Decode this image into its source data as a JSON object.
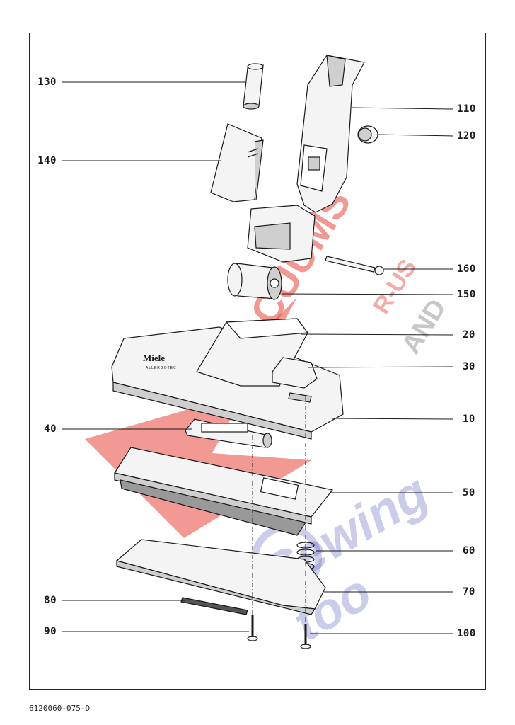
{
  "diagram": {
    "document_number": "6120060-075-D",
    "brand_text": "Miele",
    "brand_subtext": "ALLERGOTEC",
    "part_labels": {
      "p130": "130",
      "p140": "140",
      "p110": "110",
      "p120": "120",
      "p160": "160",
      "p150": "150",
      "p20": "20",
      "p30": "30",
      "p10": "10",
      "p40": "40",
      "p50": "50",
      "p60": "60",
      "p70": "70",
      "p80": "80",
      "p90": "90",
      "p100": "100"
    }
  },
  "watermark": {
    "line1": "VACUUMS",
    "line2": "R-US",
    "line3": "AND",
    "line4": "Sewing too",
    "color_red": "#e8453c",
    "color_blue": "#6b6fc4",
    "color_gray": "#9a9a9a"
  },
  "colors": {
    "line": "#1a1a1a",
    "part_fill": "#f4f4f4",
    "part_shade": "#cfcfcf"
  }
}
